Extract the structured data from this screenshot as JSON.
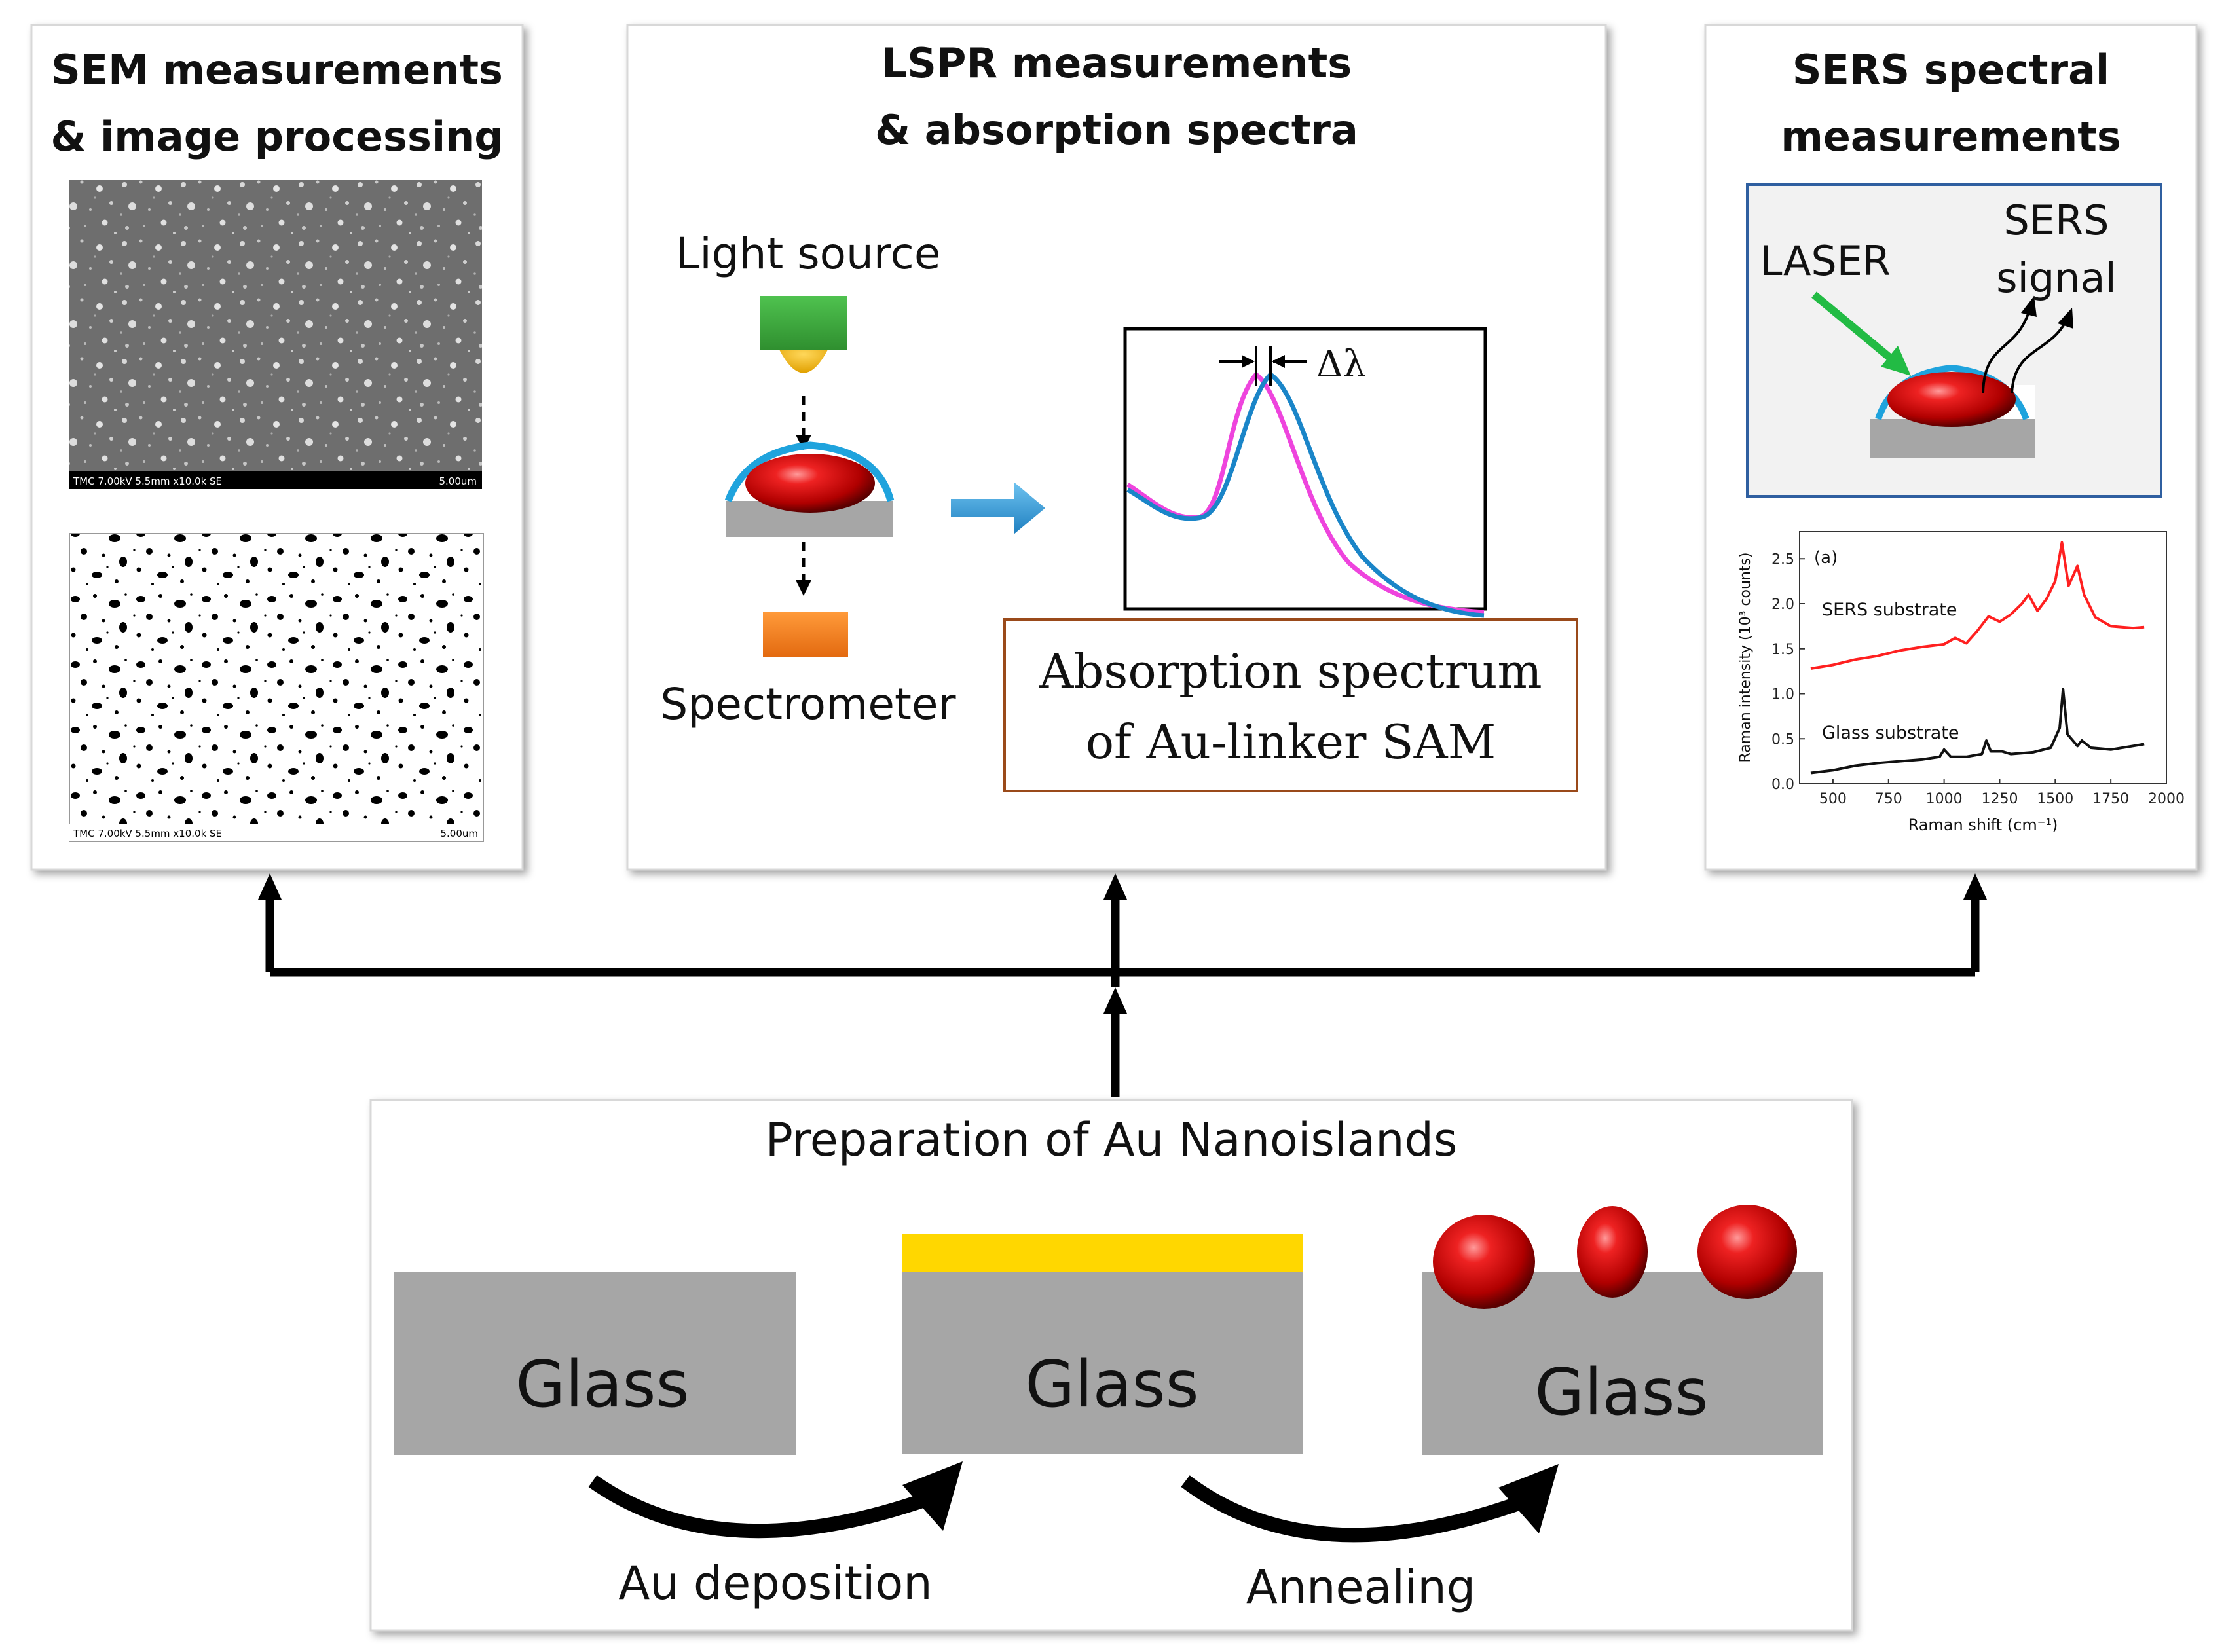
{
  "panels": {
    "sem": {
      "title": "SEM measurements\n& image processing",
      "image1_caption_left": "TMC 7.00kV 5.5mm x10.0k SE",
      "image1_caption_right": "5.00um",
      "image2_caption_left": "TMC 7.00kV 5.5mm x10.0k SE",
      "image2_caption_right": "5.00um"
    },
    "lspr": {
      "title": "LSPR measurements\n& absorption spectra",
      "light_source": "Light source",
      "spectrometer": "Spectrometer",
      "delta_lambda": "Δλ",
      "spectrum_caption_line1": "Absorption  spectrum",
      "spectrum_caption_line2": "of Au-linker SAM"
    },
    "sers": {
      "title": "SERS spectral\nmeasurements",
      "laser": "LASER",
      "sers_signal_line1": "SERS",
      "sers_signal_line2": "signal"
    },
    "prep": {
      "title": "Preparation of Au Nanoislands",
      "glass1": "Glass",
      "glass2": "Glass",
      "glass3": "Glass",
      "step1": "Au deposition",
      "step2": "Annealing"
    }
  },
  "colors": {
    "panel_border": "#d8d8d8",
    "arrow": "#000000",
    "glass": "#a6a6a6",
    "gold_film": "#ffd700",
    "nanoparticle": "#cc0000",
    "linker": "#1fa3dd",
    "light_source": "#3aa53a",
    "spectrometer": "#f47f20",
    "laser_arrow": "#22bb44",
    "pink_curve": "#ee44dd",
    "blue_curve": "#1a85c8",
    "caption_border": "#9a4a1a",
    "sers_box_border": "#2f5fa0",
    "sers_box_fill": "#f2f2f2"
  },
  "chart_data": {
    "type": "line",
    "annotation": "(a)",
    "xlabel": "Raman shift (cm⁻¹)",
    "ylabel": "Raman intensity (10³ counts)",
    "xlim": [
      350,
      2000
    ],
    "ylim": [
      0.0,
      2.8
    ],
    "x_ticks": [
      500,
      750,
      1000,
      1250,
      1500,
      1750,
      2000
    ],
    "y_ticks": [
      0.0,
      0.5,
      1.0,
      1.5,
      2.0,
      2.5
    ],
    "series": [
      {
        "name": "SERS substrate",
        "color": "#ff2020",
        "points": [
          [
            400,
            1.28
          ],
          [
            500,
            1.32
          ],
          [
            600,
            1.38
          ],
          [
            700,
            1.42
          ],
          [
            800,
            1.48
          ],
          [
            900,
            1.52
          ],
          [
            1000,
            1.55
          ],
          [
            1050,
            1.62
          ],
          [
            1100,
            1.56
          ],
          [
            1150,
            1.7
          ],
          [
            1200,
            1.86
          ],
          [
            1250,
            1.8
          ],
          [
            1300,
            1.88
          ],
          [
            1350,
            2.0
          ],
          [
            1380,
            2.1
          ],
          [
            1420,
            1.92
          ],
          [
            1460,
            2.05
          ],
          [
            1500,
            2.25
          ],
          [
            1530,
            2.68
          ],
          [
            1560,
            2.2
          ],
          [
            1600,
            2.42
          ],
          [
            1630,
            2.1
          ],
          [
            1680,
            1.85
          ],
          [
            1750,
            1.75
          ],
          [
            1850,
            1.73
          ],
          [
            1900,
            1.74
          ]
        ]
      },
      {
        "name": "Glass substrate",
        "color": "#111111",
        "points": [
          [
            400,
            0.12
          ],
          [
            500,
            0.15
          ],
          [
            600,
            0.2
          ],
          [
            700,
            0.23
          ],
          [
            800,
            0.25
          ],
          [
            900,
            0.27
          ],
          [
            980,
            0.3
          ],
          [
            1000,
            0.38
          ],
          [
            1030,
            0.3
          ],
          [
            1100,
            0.3
          ],
          [
            1170,
            0.33
          ],
          [
            1190,
            0.48
          ],
          [
            1210,
            0.36
          ],
          [
            1260,
            0.36
          ],
          [
            1300,
            0.33
          ],
          [
            1400,
            0.35
          ],
          [
            1480,
            0.4
          ],
          [
            1520,
            0.62
          ],
          [
            1535,
            1.05
          ],
          [
            1555,
            0.55
          ],
          [
            1600,
            0.42
          ],
          [
            1620,
            0.48
          ],
          [
            1660,
            0.4
          ],
          [
            1750,
            0.38
          ],
          [
            1850,
            0.42
          ],
          [
            1900,
            0.44
          ]
        ]
      }
    ]
  }
}
